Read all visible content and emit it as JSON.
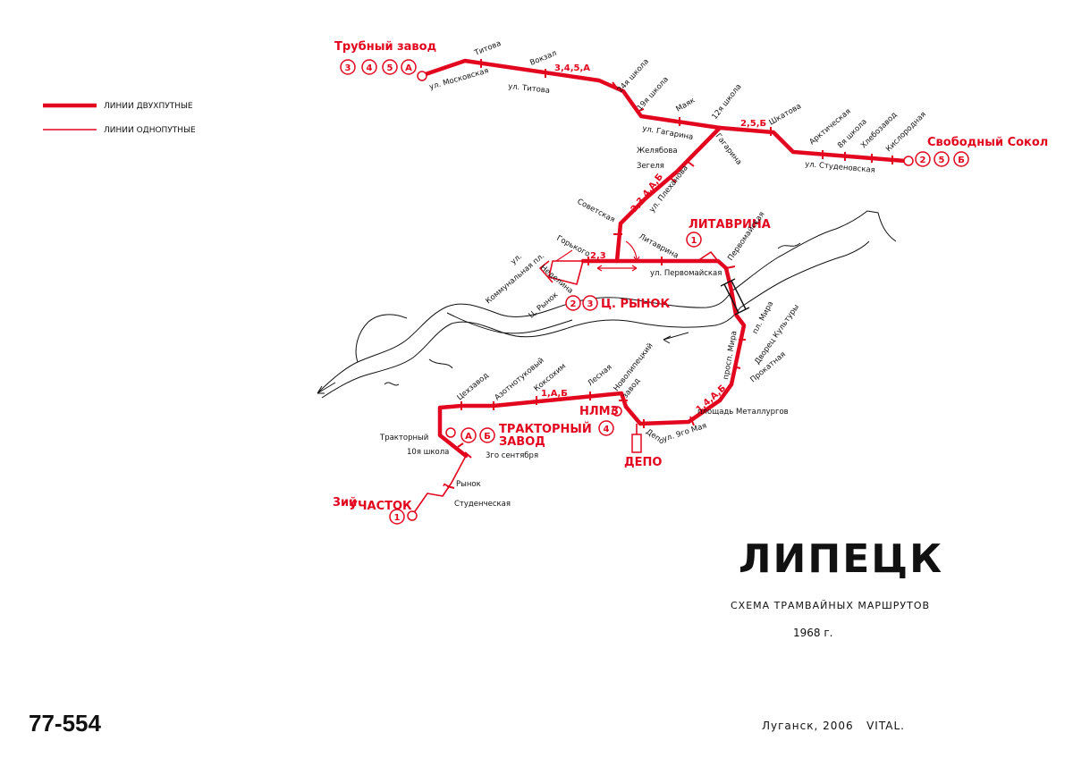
{
  "legend": {
    "double_track": "ЛИНИИ ДВУХПУТНЫЕ",
    "single_track": "ЛИНИИ ОДНОПУТНЫЕ"
  },
  "title": "ЛИПЕЦК",
  "subtitle": "СХЕМА ТРАМВАЙНЫХ МАРШРУТОВ",
  "year": "1968 г.",
  "code": "77-554",
  "signature": "Луганск, 2006   VITAL.",
  "terminals": {
    "trubny": "Трубный завод",
    "svobodny": "Свободный Сокол",
    "litavrina": "ЛИТАВРИНА",
    "rynok": "Ц. РЫНОК",
    "traktorny_1": "ТРАКТОРНЫЙ",
    "traktorny_2": "ЗАВОД",
    "uchastok_sup": "3ий",
    "uchastok": "УЧАСТОК",
    "nlmz": "НЛМЗ",
    "depo": "ДЕПО"
  },
  "circles": {
    "trubny": [
      "3",
      "4",
      "5",
      "А"
    ],
    "svobodny": [
      "2",
      "5",
      "Б"
    ],
    "litavrina": [
      "1"
    ],
    "rynok": [
      "2",
      "3"
    ],
    "traktorny": [
      "А",
      "Б"
    ],
    "uchastok": [
      "1"
    ],
    "nlmz": [
      "4"
    ]
  },
  "routes": {
    "r345a": "3,4,5,А",
    "r25b": "2,5,Б",
    "r234ab": "2,3,4,А,Б",
    "r23": "2,3",
    "r1ab": "1,А,Б",
    "r14ab": "1,4,А,Б",
    "r1": "1"
  },
  "stops": {
    "titova": "Титова",
    "vokzal": "Вокзал",
    "moskovskaya": "ул. Московская",
    "ul_titova": "ул. Титова",
    "shkola24": "24я школа",
    "shkola19": "19я школа",
    "mayak": "Маяк",
    "shkola12": "12я школа",
    "gagarina_ul": "ул. Гагарина",
    "gagarina": "Гагарина",
    "shkatova": "Шкатова",
    "arkticheskaya": "Арктическая",
    "shkola8": "8я школа",
    "hlebozavod": "Хлебозавод",
    "kislorodnaya": "Кислородная",
    "studenovskaya": "ул. Студеновская",
    "zhelyabova": "Желябова",
    "zegelya": "Зегеля",
    "plehanova": "ул. Плеханова",
    "sovetskaya": "Советская",
    "litavrina_st": "Литаврина",
    "pervomayskaya_ul": "ул. Первомайская",
    "pervomayskaya": "Первомайская",
    "gorkogo": "Горького",
    "kommunalnaya": "Коммунальная пл.",
    "ul": "ул.",
    "nedelina": "Неделина",
    "c_rynok": "Ц. Рынок",
    "pl_mira": "пл. Мира",
    "prosp_mira": "просп. Мира",
    "dvorets": "Дворец Культуры",
    "prokatnaya": "Прокатная",
    "metallurgov": "площадь Металлургов",
    "may9": "ул. 9го Мая",
    "depo_st": "Депо",
    "novolipetsky1": "Новолипецкий",
    "novolipetsky2": "завод",
    "lesnaya": "Лесная",
    "koksohim": "Коксохим",
    "azotnotukovy": "Азотнотуковый",
    "tsekhzavod": "Цехзавод",
    "traktorny_st": "Тракторный",
    "shkola10": "10я школа",
    "sentyabrya3": "3го сентября",
    "rynok_st": "Рынок",
    "studencheskaya": "Студенческая"
  },
  "colors": {
    "line": "#e3061f",
    "ink": "#111111",
    "river": "#111111"
  }
}
